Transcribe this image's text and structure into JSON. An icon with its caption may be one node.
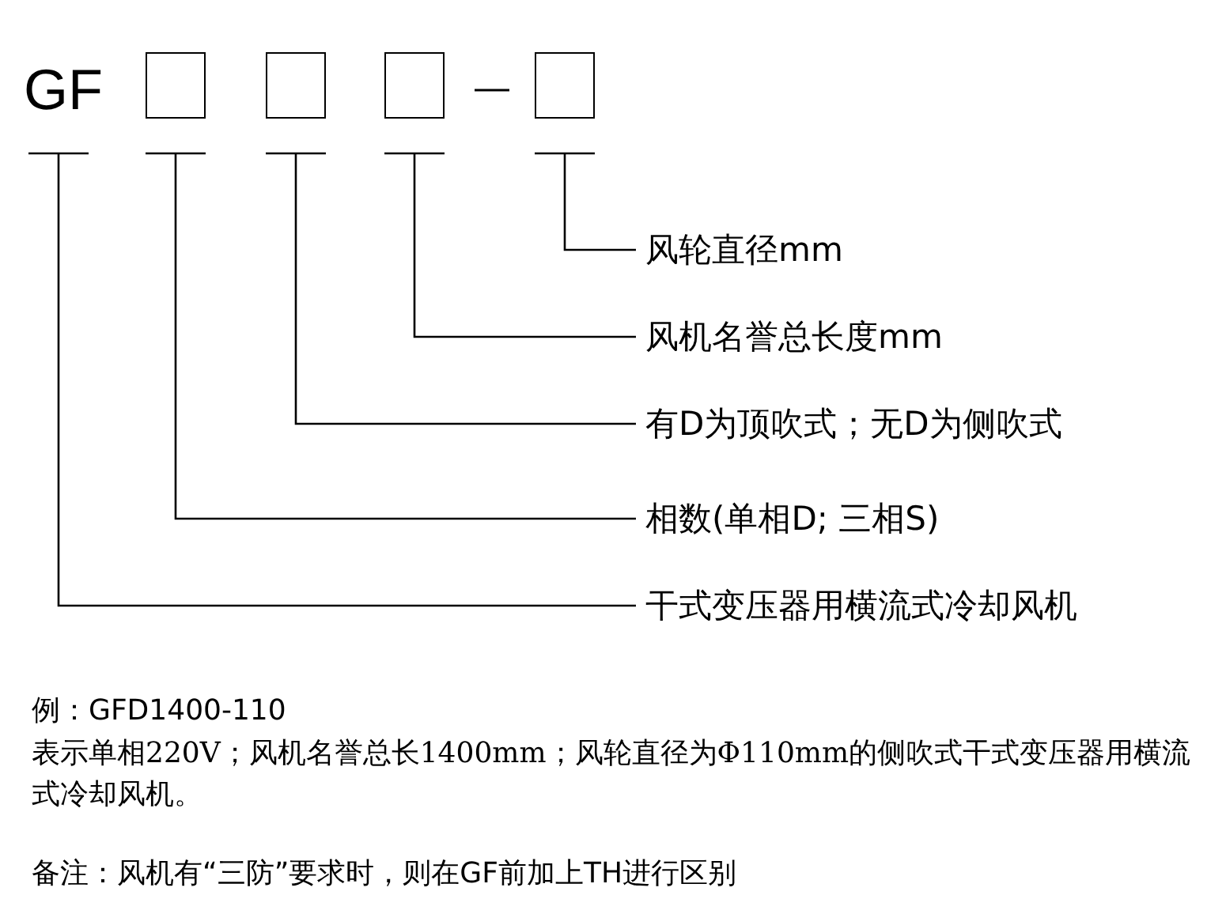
{
  "diagram": {
    "nodes": [
      {
        "text": [
          "GF"
        ]
      },
      {
        "text": [],
        "shape": "box"
      },
      {
        "text": [],
        "shape": "box"
      },
      {
        "text": [],
        "shape": "box"
      },
      {
        "text": [],
        "shape": "box"
      },
      {
        "text": [
          "风轮直径mm"
        ]
      },
      {
        "text": [
          "风机名誉总长度mm"
        ]
      },
      {
        "text": [
          "有D为顶吹式；无D为侧吹式"
        ]
      },
      {
        "text": [
          "相数(单相D; 三相S)"
        ]
      },
      {
        "text": [
          "干式变压器用横流式冷却风机"
        ]
      }
    ],
    "edges": [
      {
        "from": 5,
        "to": 4,
        "arrow": "none"
      },
      {
        "from": 6,
        "to": 3,
        "arrow": "none"
      },
      {
        "from": 7,
        "to": 2,
        "arrow": "none"
      },
      {
        "from": 8,
        "to": 1,
        "arrow": "none"
      },
      {
        "from": 9,
        "to": 0,
        "arrow": "none"
      }
    ],
    "labels": [
      "例：GFD1400-110",
      "表示单相220V；风机名誉总长1400mm；风轮直径为Φ110mm的侧吹式干式变压器用横流式冷却风机。",
      "备注：风机有“三防”要求时，则在GF前加上TH进行区别"
    ]
  }
}
